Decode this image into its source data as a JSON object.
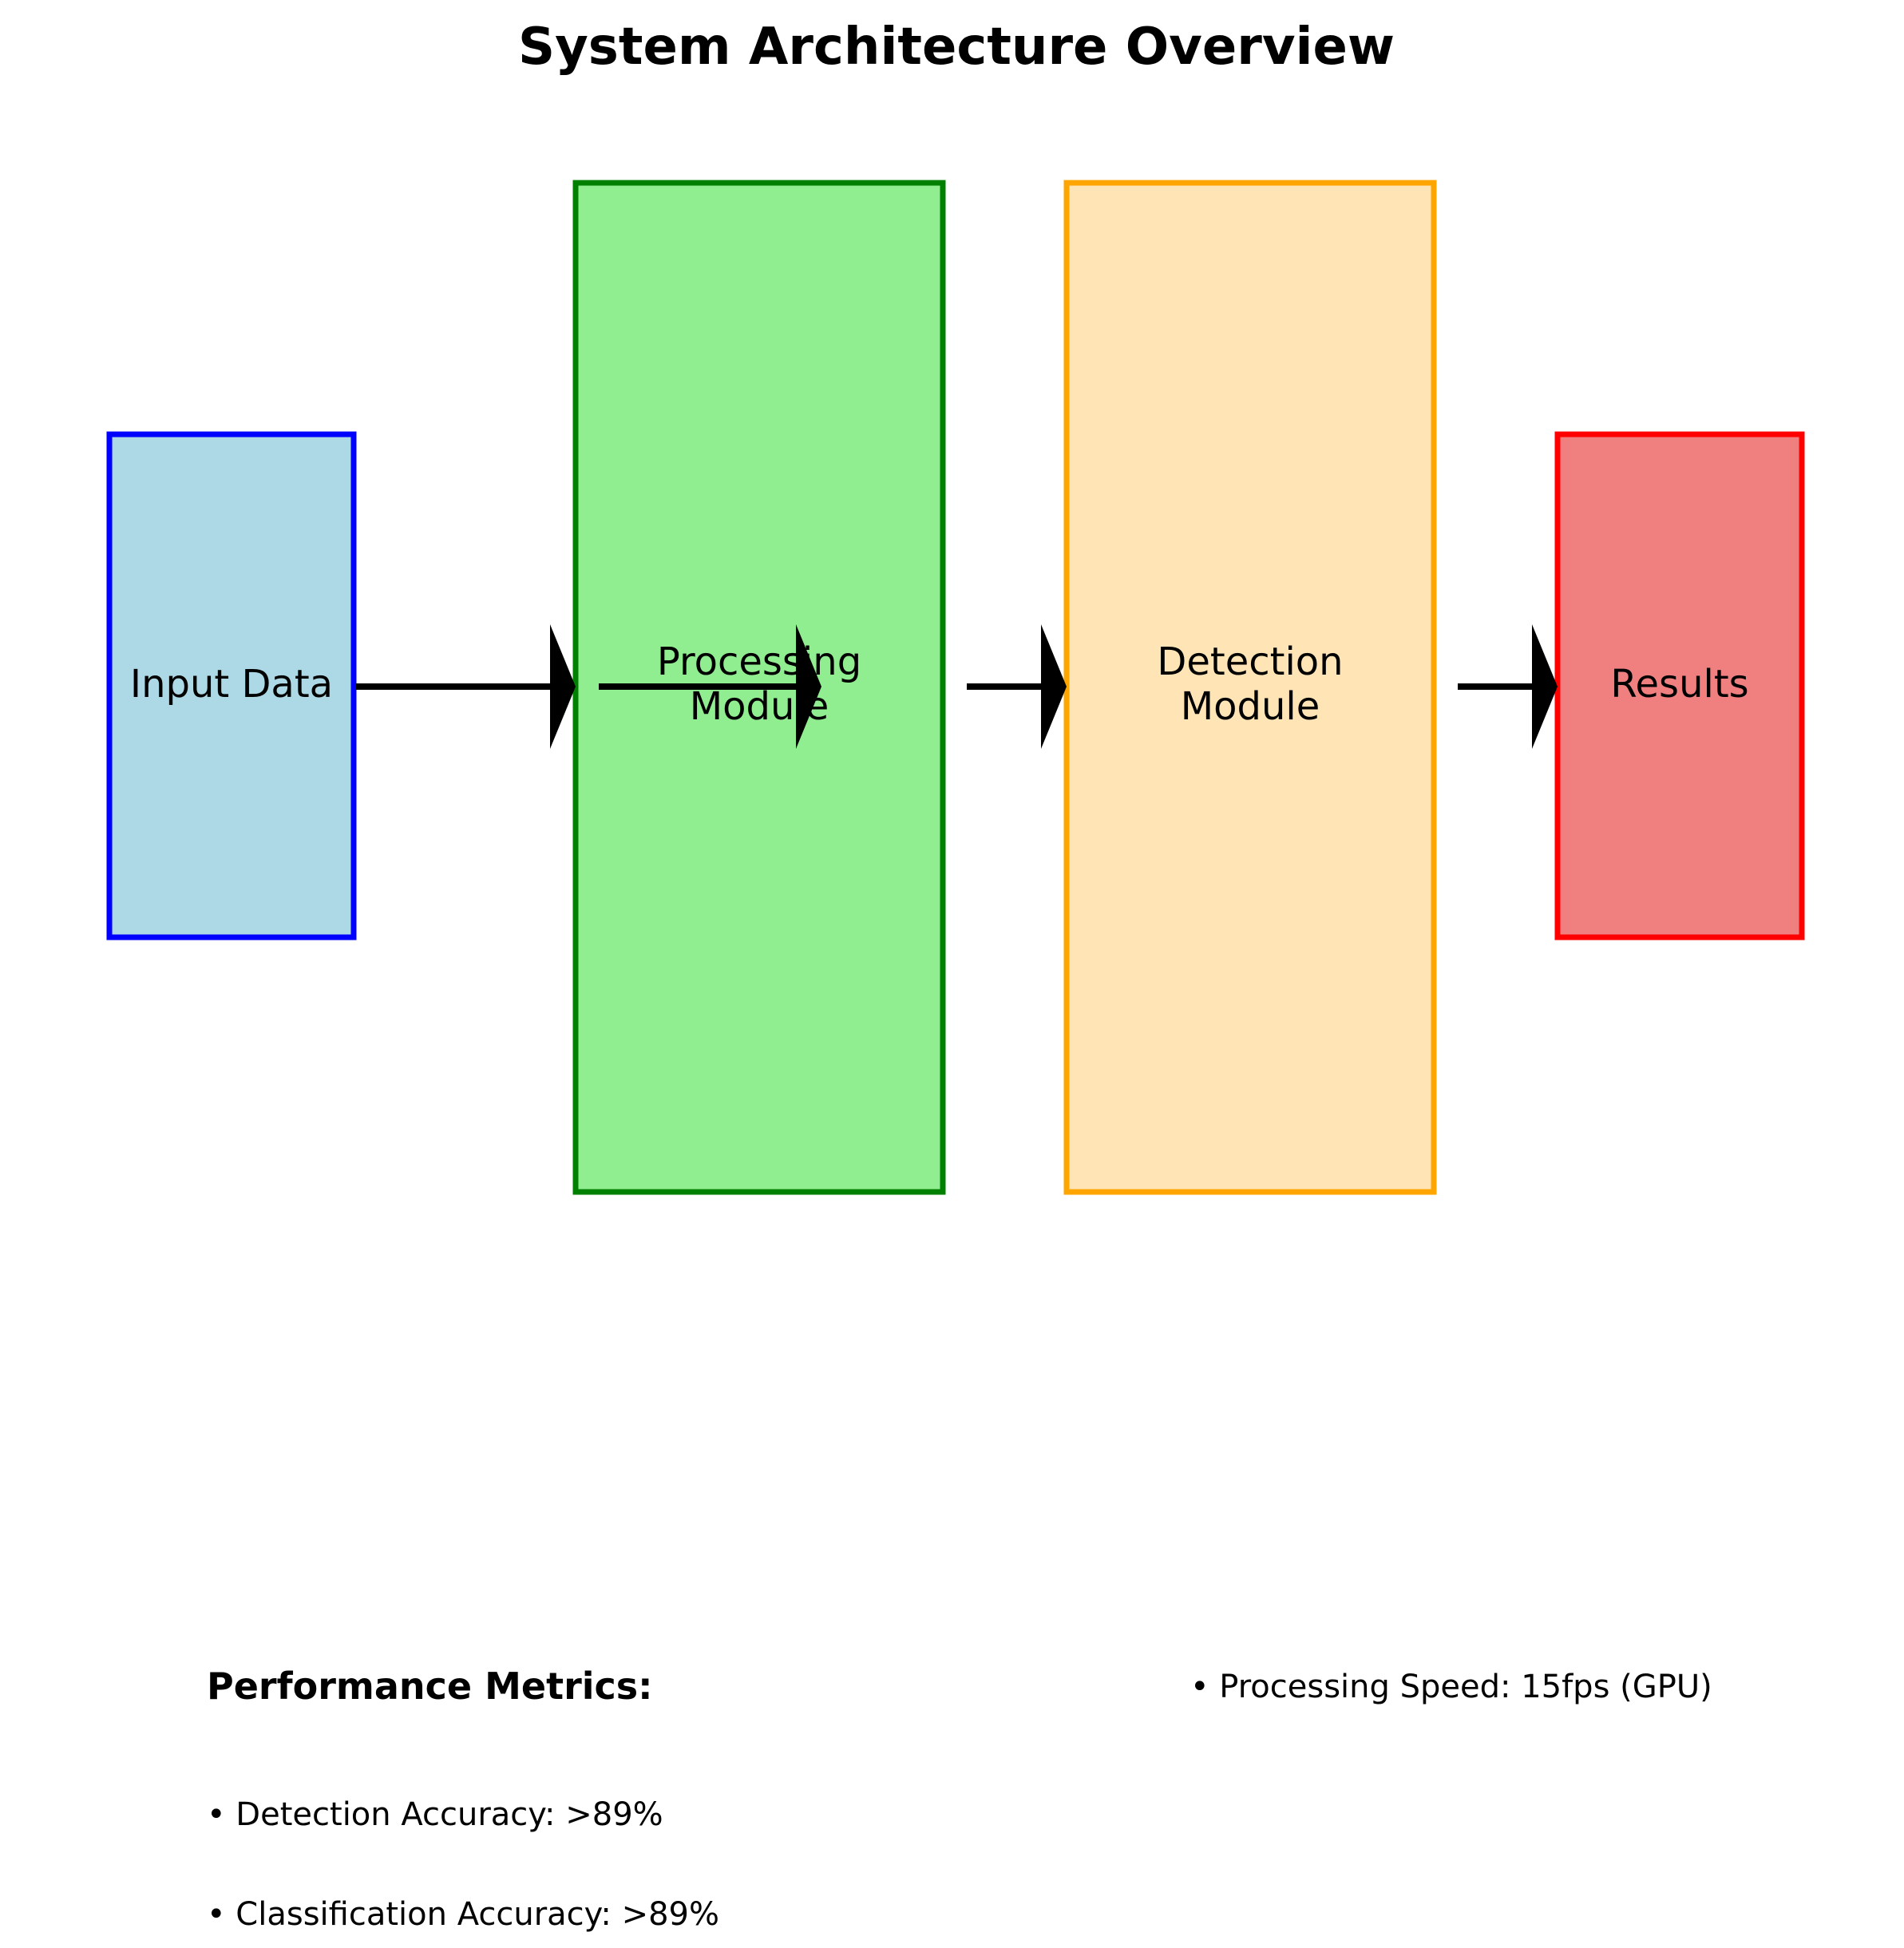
{
  "title": "System Architecture Overview",
  "boxes": [
    {
      "id": "input",
      "lines": [
        "Input Data"
      ],
      "fill": "#add8e6",
      "stroke": "#0000ff"
    },
    {
      "id": "processing",
      "lines": [
        "Processing",
        "Module"
      ],
      "fill": "#90ee90",
      "stroke": "#008000"
    },
    {
      "id": "detection",
      "lines": [
        "Detection",
        "Module"
      ],
      "fill": "#ffe4b5",
      "stroke": "#ffa500"
    },
    {
      "id": "results",
      "lines": [
        "Results"
      ],
      "fill": "#f08080",
      "stroke": "#ff0000"
    }
  ],
  "arrow_color": "#000000",
  "metrics": {
    "heading": "Performance Metrics:",
    "items": [
      "• Detection Accuracy: >89%",
      "• Classification Accuracy: >89%",
      "• Processing Speed: 15fps (GPU)"
    ]
  }
}
